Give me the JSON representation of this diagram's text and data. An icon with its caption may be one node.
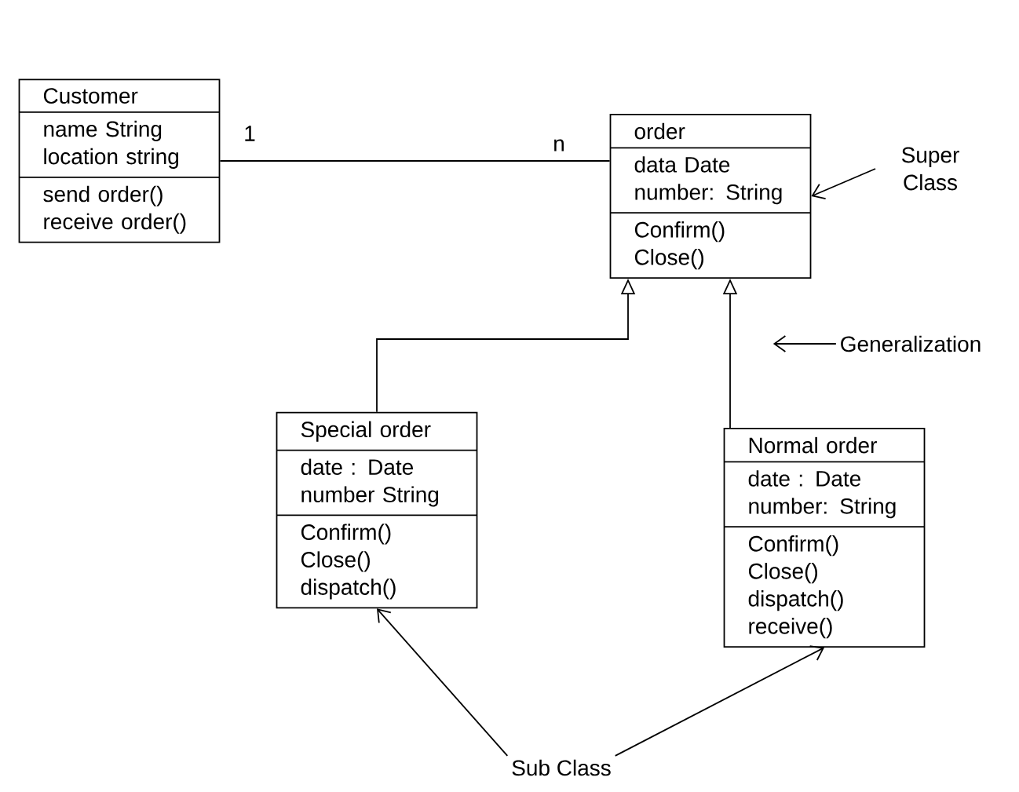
{
  "diagram": {
    "nodes": [
      {
        "text": [
          "Customer",
          "name String location string",
          "send order() receive order()"
        ]
      },
      {
        "text": [
          "order",
          "data Date number: String",
          "Confirm() Close()"
        ]
      },
      {
        "text": [
          "Super Class"
        ]
      },
      {
        "text": [
          "Generalization"
        ]
      },
      {
        "text": [
          "Special order",
          "date : Date number String",
          "Confirm() Close() dispatch()"
        ]
      },
      {
        "text": [
          "Normal order",
          "date : Date number: String",
          "Confirm() Close() dispatch() receive()"
        ]
      },
      {
        "text": [
          "Sub Class"
        ]
      }
    ],
    "edges": [
      {
        "from": 0,
        "to": 1,
        "arrow": "none"
      },
      {
        "from": 4,
        "to": 1,
        "arrow": "to"
      },
      {
        "from": 5,
        "to": 1,
        "arrow": "to"
      },
      {
        "from": 2,
        "to": 1,
        "arrow": "to"
      },
      {
        "from": 3,
        "to": null,
        "arrow": "to"
      },
      {
        "from": 6,
        "to": 4,
        "arrow": "to"
      },
      {
        "from": 6,
        "to": 5,
        "arrow": "to"
      }
    ],
    "labels": [
      "1",
      "n"
    ]
  }
}
